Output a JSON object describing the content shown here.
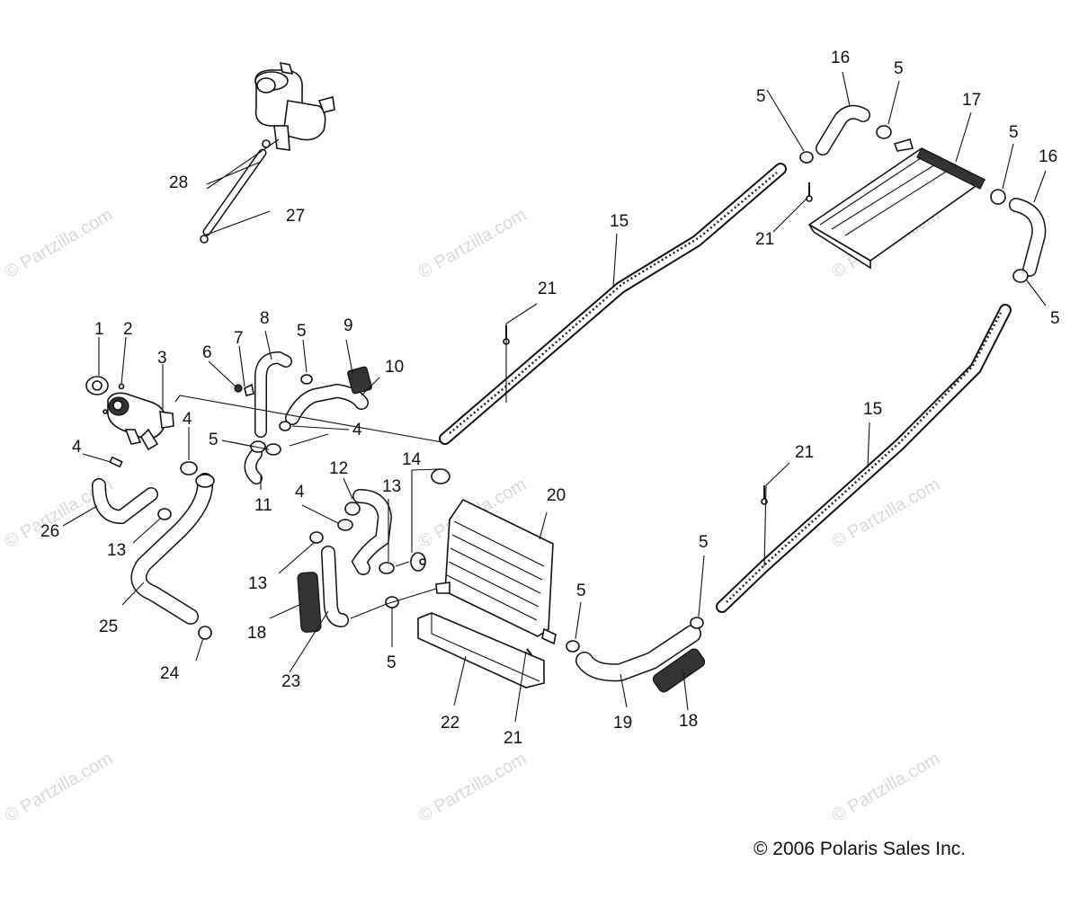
{
  "watermark": "© Partzilla.com",
  "copyright": "© 2006 Polaris Sales Inc.",
  "callouts": {
    "c1": "1",
    "c2": "2",
    "c3": "3",
    "c4a": "4",
    "c4b": "4",
    "c4c": "4",
    "c4d": "4",
    "c5a": "5",
    "c5b": "5",
    "c5c": "5",
    "c5d": "5",
    "c5e": "5",
    "c5f": "5",
    "c5g": "5",
    "c5h": "5",
    "c5i": "5",
    "c6": "6",
    "c7": "7",
    "c8": "8",
    "c9": "9",
    "c10": "10",
    "c11": "11",
    "c12": "12",
    "c13a": "13",
    "c13b": "13",
    "c13c": "13",
    "c14": "14",
    "c15a": "15",
    "c15b": "15",
    "c16a": "16",
    "c16b": "16",
    "c17": "17",
    "c18a": "18",
    "c18b": "18",
    "c19": "19",
    "c20": "20",
    "c21a": "21",
    "c21b": "21",
    "c21c": "21",
    "c21d": "21",
    "c22": "22",
    "c23": "23",
    "c24": "24",
    "c25": "25",
    "c26": "26",
    "c27": "27",
    "c28": "28"
  }
}
